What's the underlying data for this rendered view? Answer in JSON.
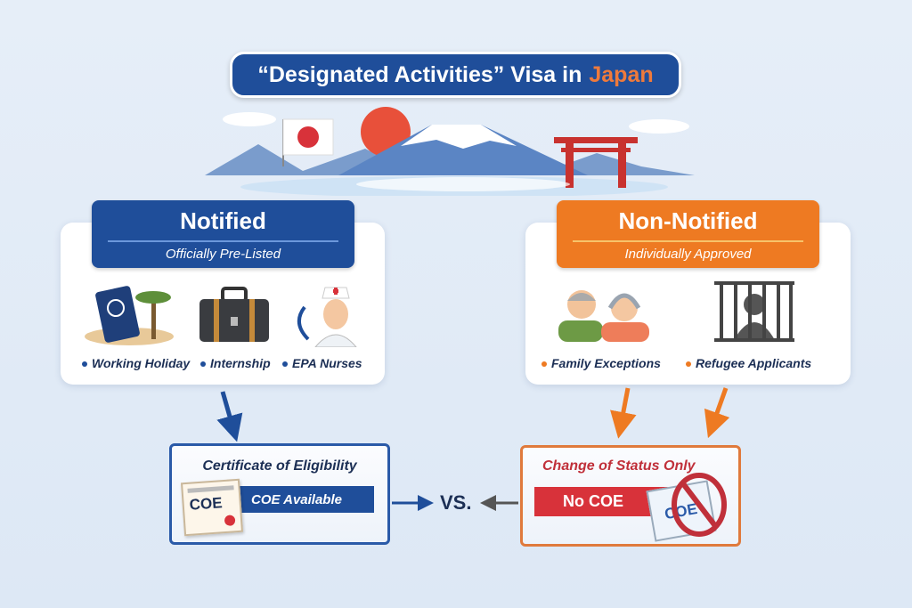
{
  "title": {
    "prefix": "“Designated Activities” Visa in",
    "highlight": "Japan"
  },
  "colors": {
    "blue": "#1f4e9a",
    "orange": "#ee7a22",
    "red": "#d8323a",
    "navy": "#1c2f55"
  },
  "notified": {
    "heading": "Notified",
    "subheading": "Officially Pre-Listed",
    "items": [
      {
        "label": "Working Holiday",
        "icon": "passport-palm-icon"
      },
      {
        "label": "Internship",
        "icon": "briefcase-icon"
      },
      {
        "label": "EPA Nurses",
        "icon": "nurse-icon"
      }
    ],
    "result": {
      "title": "Certificate of Eligibility",
      "doc_label": "COE",
      "ribbon": "COE Available"
    }
  },
  "non_notified": {
    "heading": "Non-Notified",
    "subheading": "Individually Approved",
    "items": [
      {
        "label": "Family Exceptions",
        "icon": "elderly-couple-icon"
      },
      {
        "label": "Refugee Applicants",
        "icon": "person-behind-bars-icon"
      }
    ],
    "result": {
      "title": "Change of Status Only",
      "doc_label": "COE",
      "ribbon": "No COE"
    }
  },
  "versus": "VS."
}
